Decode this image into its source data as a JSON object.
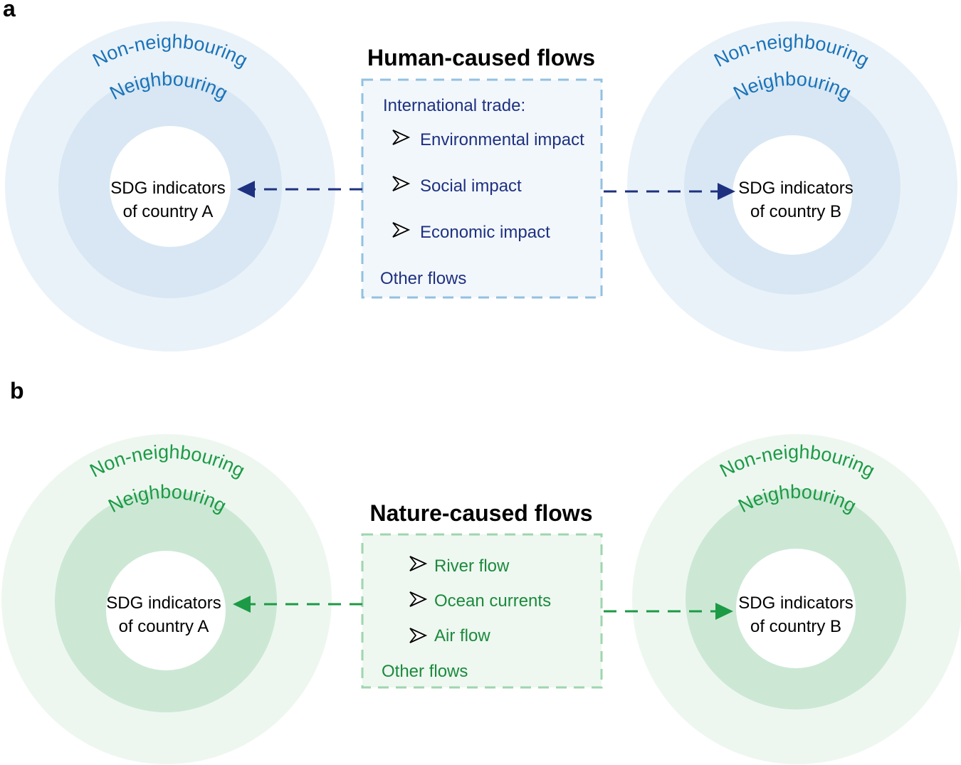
{
  "colors": {
    "human_outer": "#eaf2f9",
    "human_mid": "#d8e7f3",
    "human_label": "#1a73b8",
    "human_box_fill": "#f2f7fb",
    "human_box_border": "#93c1e0",
    "human_arrow": "#1e3180",
    "human_text": "#1e3180",
    "nature_outer": "#edf7f0",
    "nature_mid": "#cce8d5",
    "nature_label": "#1c9a45",
    "nature_box_fill": "#eef7f0",
    "nature_box_border": "#9fd6af",
    "nature_arrow": "#1c9a45",
    "nature_text": "#1b8a3d"
  },
  "panel_a": {
    "label": "a",
    "title": "Human-caused flows",
    "left_circle": {
      "outer_label": "Non-neighbouring",
      "inner_label": "Neighbouring",
      "center_line1": "SDG indicators",
      "center_line2": "of country A"
    },
    "right_circle": {
      "outer_label": "Non-neighbouring",
      "inner_label": "Neighbouring",
      "center_line1": "SDG indicators",
      "center_line2": "of country B"
    },
    "box": {
      "heading": "International trade:",
      "items": [
        "Environmental impact",
        "Social impact",
        "Economic impact"
      ],
      "other": "Other flows",
      "bullet_icon": "arrowhead-bullet-icon"
    }
  },
  "panel_b": {
    "label": "b",
    "title": "Nature-caused flows",
    "left_circle": {
      "outer_label": "Non-neighbouring",
      "inner_label": "Neighbouring",
      "center_line1": "SDG indicators",
      "center_line2": "of country A"
    },
    "right_circle": {
      "outer_label": "Non-neighbouring",
      "inner_label": "Neighbouring",
      "center_line1": "SDG indicators",
      "center_line2": "of country B"
    },
    "box": {
      "items": [
        "River flow",
        "Ocean currents",
        "Air flow"
      ],
      "other": "Other flows",
      "bullet_icon": "arrowhead-bullet-icon"
    }
  }
}
